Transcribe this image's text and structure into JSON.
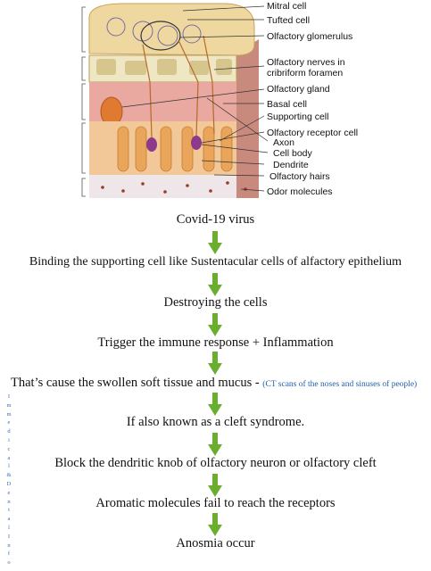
{
  "figure": {
    "labels": [
      "Mitral cell",
      "Tufted cell",
      "Olfactory glomerulus",
      "Olfactory nerves in",
      "cribriform foramen",
      "Olfactory gland",
      "Basal cell",
      "Supporting cell",
      "Olfactory receptor cell",
      "Axon",
      "Cell body",
      "Dendrite",
      "Olfactory hairs",
      "Odor molecules"
    ]
  },
  "flow": {
    "steps": [
      "Covid-19 virus",
      "Binding the supporting cell like Sustentacular cells of alfactory epithelium",
      "Destroying the cells",
      "Trigger the immune response + Inflammation",
      "That’s cause the swollen soft tissue and mucus - ",
      "If also known as a cleft syndrome.",
      "Block the dendritic knob of olfactory neuron or olfactory cleft",
      "Aromatic molecules fail to reach the receptors",
      "Anosmia occur"
    ],
    "step4_note": "(CT scans of the noses and sinuses of people)"
  },
  "side_text": [
    "I",
    "m",
    "m",
    "e",
    "d",
    "i",
    "c",
    "a",
    "l",
    "&",
    "D",
    "e",
    "n",
    "t",
    "a",
    "l",
    "I",
    "n",
    "f",
    "o"
  ],
  "colors": {
    "arrow": "#6aae2f",
    "note": "#1f5fb0",
    "bone": "#efe0b0",
    "tissue": "#e8a89c",
    "epithelium": "#f3c49a"
  }
}
